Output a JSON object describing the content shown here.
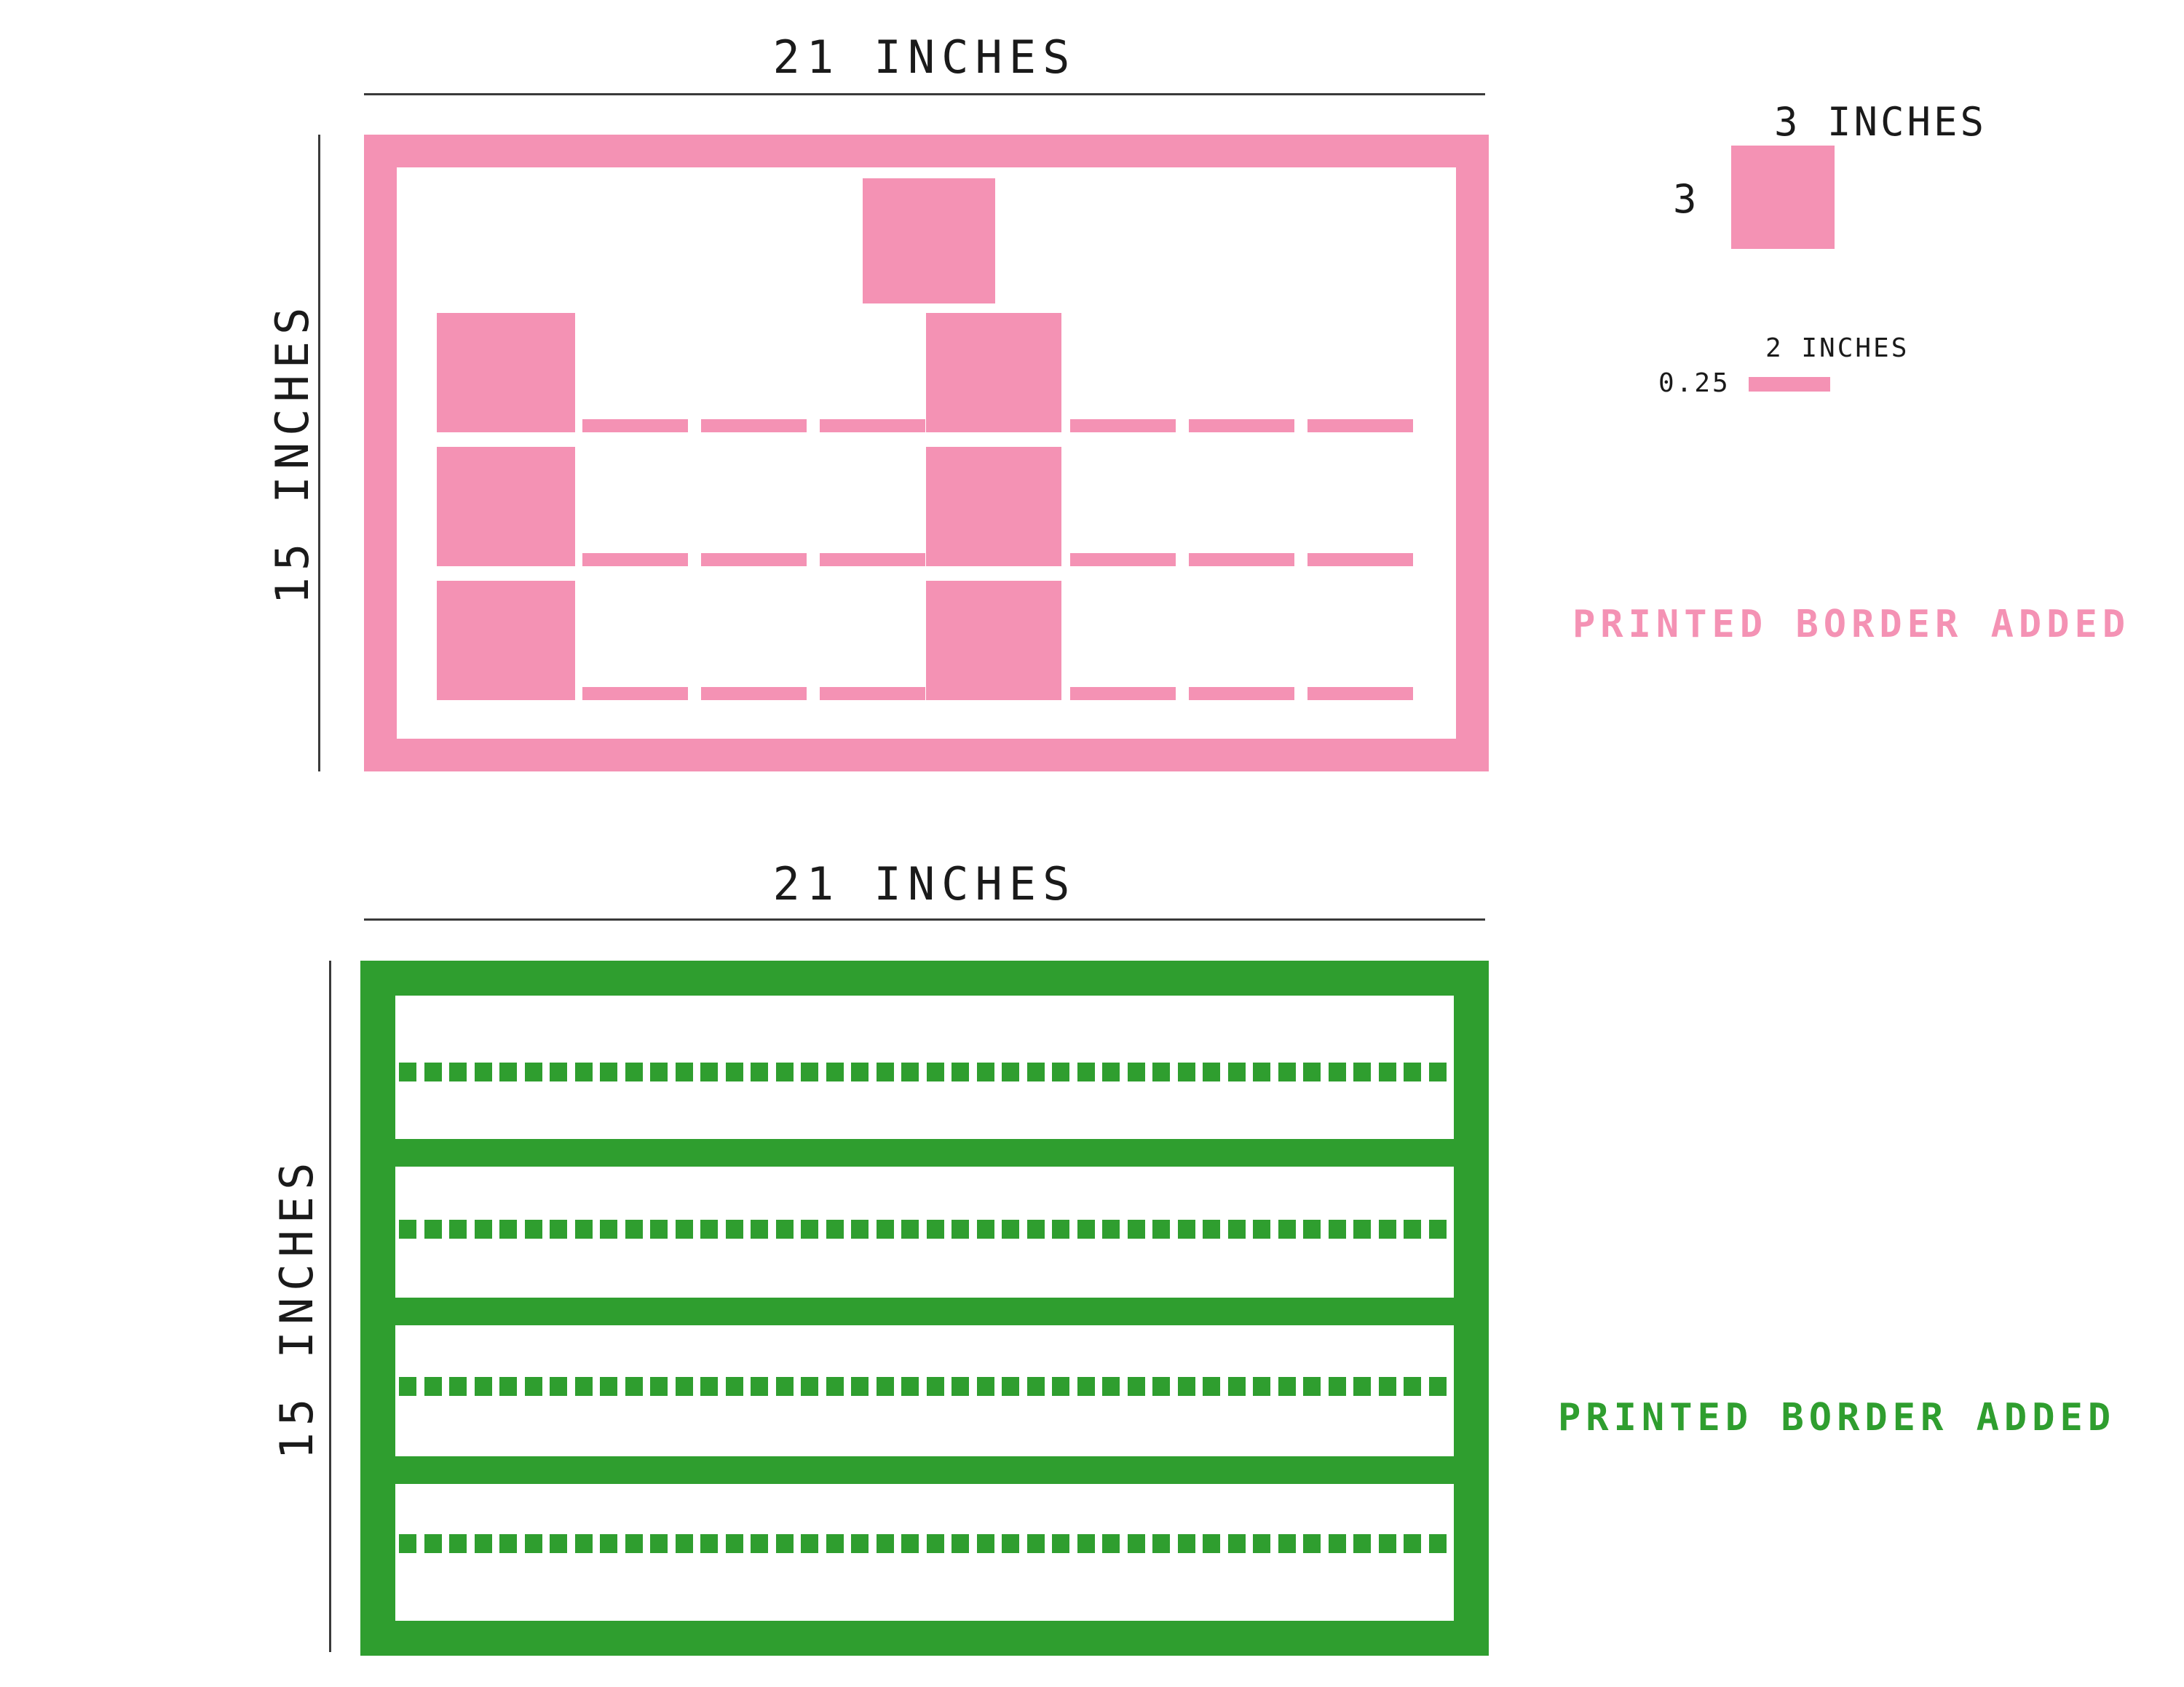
{
  "pink_panel": {
    "width_label": "21 INCHES",
    "height_label": "15 INCHES",
    "note": "PRINTED BORDER ADDED",
    "color": "#F492B4",
    "rows": 3,
    "squares_per_row": 2,
    "dash_groups_per_row": 2,
    "dashes_per_group": 3,
    "top_single_square": 1
  },
  "green_panel": {
    "width_label": "21 INCHES",
    "height_label": "15 INCHES",
    "note": "PRINTED BORDER ADDED",
    "color": "#2F9E2F",
    "dotted_rows": 4,
    "dots_per_row": 42,
    "solid_bars": 3
  },
  "legend": {
    "square_label": "3 INCHES",
    "square_side_label": "3",
    "dash_label": "2 INCHES",
    "dash_side_label": "0.25"
  }
}
